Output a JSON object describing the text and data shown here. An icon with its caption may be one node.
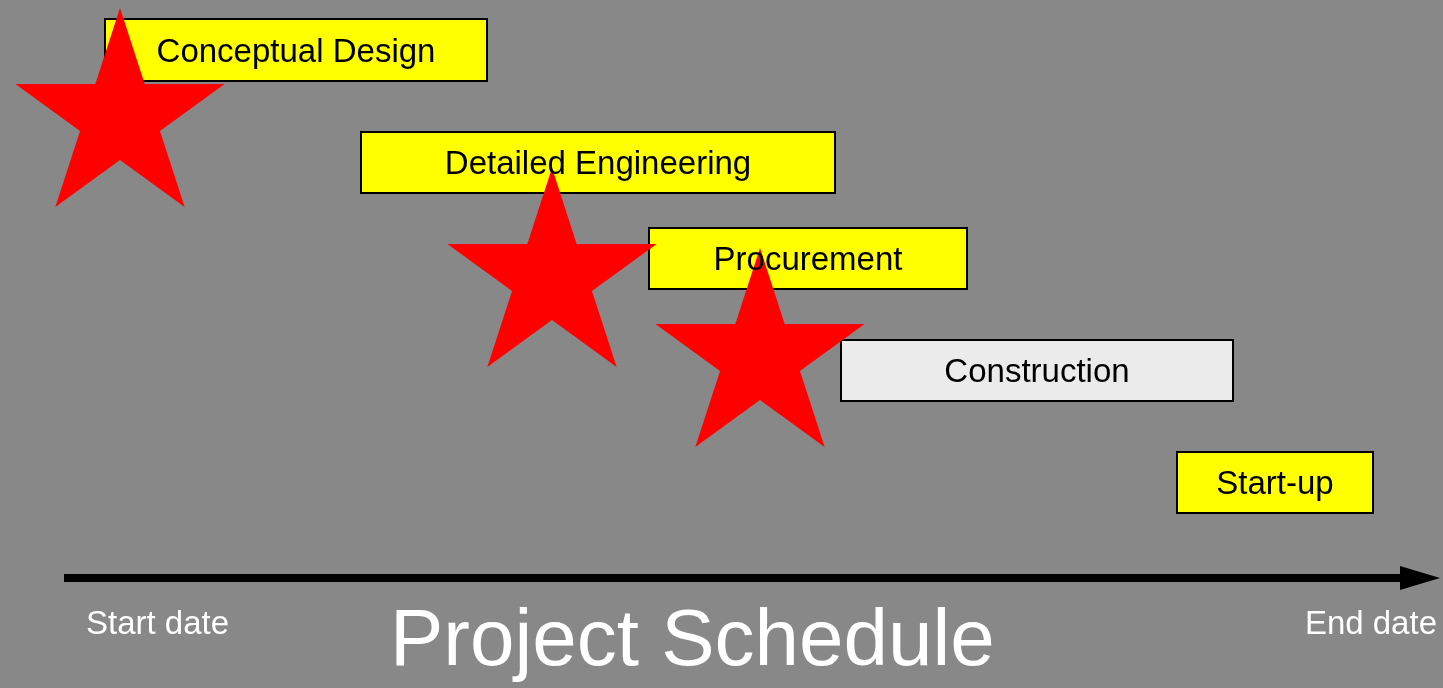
{
  "diagram": {
    "title": "Project Schedule",
    "nodes": [
      {
        "text": [
          "Conceptual Design"
        ]
      },
      {
        "text": [
          "Detailed Engineering"
        ]
      },
      {
        "text": [
          "Procurement"
        ]
      },
      {
        "text": [
          "Construction"
        ]
      },
      {
        "text": [
          "Start-up"
        ]
      },
      {
        "text": [],
        "shape": "star"
      },
      {
        "text": [],
        "shape": "star"
      },
      {
        "text": [],
        "shape": "star"
      }
    ],
    "labels": [
      "Start date",
      "End date"
    ]
  }
}
